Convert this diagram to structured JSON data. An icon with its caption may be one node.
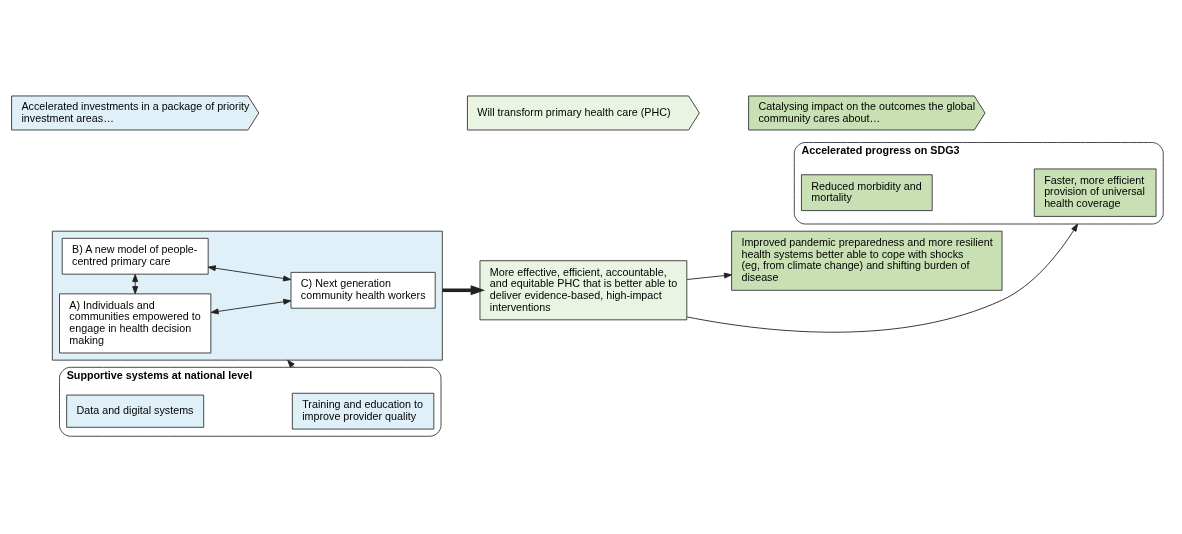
{
  "diagram": {
    "nodes": [
      {
        "text": [
          "Accelerated investments in a package of priority investment areas…"
        ]
      },
      {
        "text": [
          "Will transform primary health care (PHC)"
        ]
      },
      {
        "text": [
          "Catalysing impact on the outcomes the global community cares about…"
        ]
      },
      {
        "text": [],
        "shape": "box"
      },
      {
        "text": [
          "A) Individuals and communities empowered to engage in health decision making"
        ],
        "in": 3
      },
      {
        "text": [
          "B) A new model of people-centred primary care"
        ],
        "in": 3
      },
      {
        "text": [
          "C) Next generation community health workers"
        ],
        "in": 3
      },
      {
        "text": [
          "Supportive systems at national level"
        ]
      },
      {
        "text": [
          "Data and digital systems"
        ],
        "in": 7
      },
      {
        "text": [
          "Training and education to improve provider quality"
        ],
        "in": 7
      },
      {
        "text": [
          "More effective, efficient, accountable, and equitable PHC that is better able to deliver evidence-based, high-impact interventions"
        ]
      },
      {
        "text": [
          "Accelerated progress on SDG3"
        ]
      },
      {
        "text": [
          "Reduced morbidity and mortality"
        ],
        "in": 11
      },
      {
        "text": [
          "Faster, more efficient provision of universal health coverage"
        ],
        "in": 11
      },
      {
        "text": [
          "Improved pandemic preparedness and more resilient health systems better able to cope with shocks (eg, from climate change) and shifting burden of disease"
        ]
      }
    ],
    "edges": [
      {
        "from": 4,
        "to": 5,
        "arrow": "both"
      },
      {
        "from": 4,
        "to": 6,
        "arrow": "both"
      },
      {
        "from": 5,
        "to": 6,
        "arrow": "both"
      },
      {
        "from": 7,
        "to": 3,
        "arrow": "to"
      },
      {
        "from": 3,
        "to": 10,
        "arrow": "to",
        "style": "thick"
      },
      {
        "from": 10,
        "to": 11,
        "arrow": "to"
      },
      {
        "from": 10,
        "to": 14,
        "arrow": "to"
      }
    ]
  }
}
